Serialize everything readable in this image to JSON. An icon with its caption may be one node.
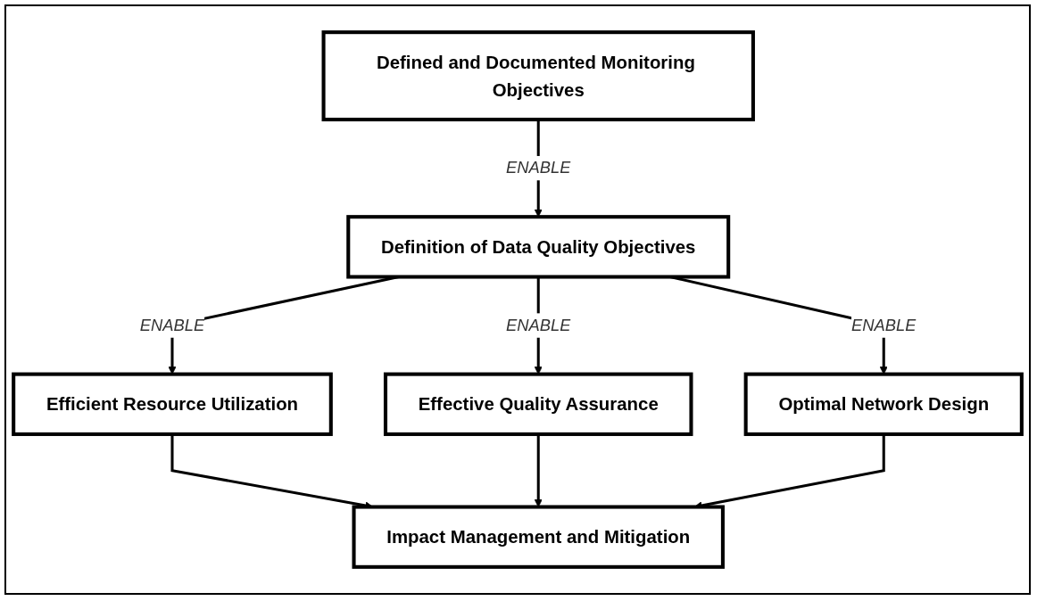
{
  "diagram": {
    "nodes": [
      {
        "text": [
          "Defined and Documented Monitoring Objectives"
        ]
      },
      {
        "text": [
          "Definition of Data Quality Objectives"
        ]
      },
      {
        "text": [
          "Efficient Resource Utilization"
        ]
      },
      {
        "text": [
          "Effective Quality Assurance"
        ]
      },
      {
        "text": [
          "Optimal Network Design"
        ]
      },
      {
        "text": [
          "Impact Management and Mitigation"
        ]
      }
    ],
    "edges": [
      {
        "from": 0,
        "to": 1,
        "arrow": "to",
        "label": "ENABLE"
      },
      {
        "from": 1,
        "to": 2,
        "arrow": "to",
        "label": "ENABLE"
      },
      {
        "from": 1,
        "to": 3,
        "arrow": "to",
        "label": "ENABLE"
      },
      {
        "from": 1,
        "to": 4,
        "arrow": "to",
        "label": "ENABLE"
      },
      {
        "from": 2,
        "to": 5,
        "arrow": "to"
      },
      {
        "from": 3,
        "to": 5,
        "arrow": "to"
      },
      {
        "from": 4,
        "to": 5,
        "arrow": "to"
      }
    ]
  }
}
